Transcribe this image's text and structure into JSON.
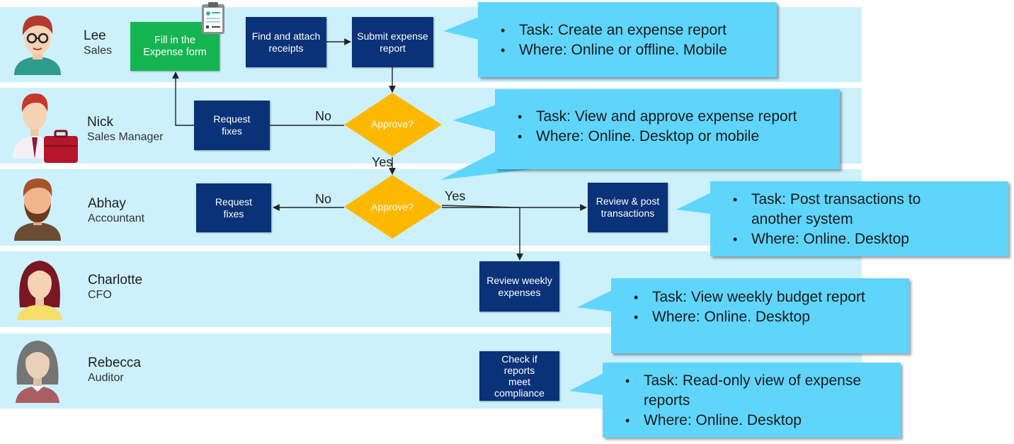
{
  "colors": {
    "lane": "#ccf1fc",
    "process_box": "#0a3278",
    "form_box": "#16b451",
    "decision": "#ffb800",
    "callout": "#5fd5fc"
  },
  "lanes": [
    {
      "name": "Lee",
      "role": "Sales",
      "avatar_icon": "man-with-glasses-icon"
    },
    {
      "name": "Nick",
      "role": "Sales Manager",
      "avatar_icon": "man-with-briefcase-icon"
    },
    {
      "name": "Abhay",
      "role": "Accountant",
      "avatar_icon": "bearded-man-icon"
    },
    {
      "name": "Charlotte",
      "role": "CFO",
      "avatar_icon": "woman-icon"
    },
    {
      "name": "Rebecca",
      "role": "Auditor",
      "avatar_icon": "gray-haired-woman-icon"
    }
  ],
  "steps": {
    "fill_form": "Fill in the Expense form",
    "find_receipts": "Find and attach receipts",
    "submit_report": "Submit expense report",
    "request_fixes_nick": "Request fixes",
    "approve_nick": "Approve?",
    "request_fixes_abhay": "Request fixes",
    "approve_abhay": "Approve?",
    "review_post": "Review & post transactions",
    "review_weekly": "Review weekly expenses",
    "check_compliance": "Check if reports meet compliance"
  },
  "edge_labels": {
    "nick_no": "No",
    "nick_yes": "Yes",
    "abhay_no": "No",
    "abhay_yes": "Yes"
  },
  "callouts": [
    {
      "items": [
        "Task: Create an expense report",
        "Where: Online or offline. Mobile"
      ]
    },
    {
      "items": [
        "Task: View and approve expense report",
        "Where: Online. Desktop or mobile"
      ]
    },
    {
      "items": [
        "Task: Post transactions to another system",
        "Where: Online. Desktop"
      ]
    },
    {
      "items": [
        "Task: View weekly budget report",
        "Where: Online. Desktop"
      ]
    },
    {
      "items": [
        "Task: Read-only view of expense reports",
        "Where: Online. Desktop"
      ]
    }
  ],
  "icons": {
    "form_icon": "clipboard-form-icon"
  }
}
